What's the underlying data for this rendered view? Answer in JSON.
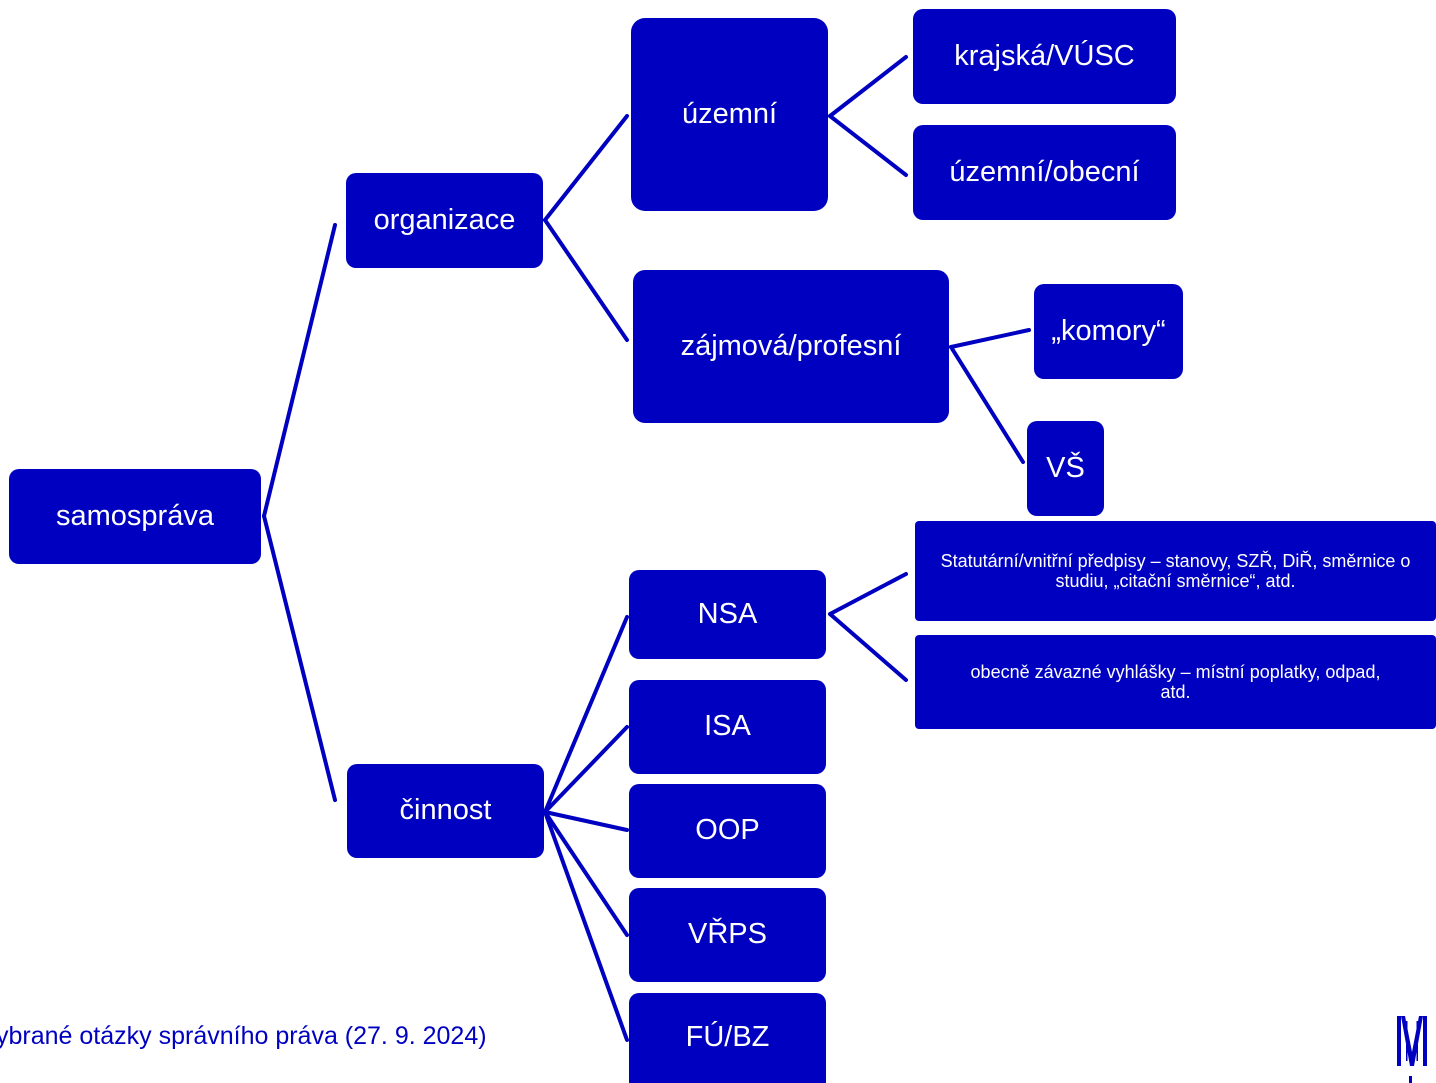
{
  "nodes": {
    "samosprava": "samospráva",
    "organizace": "organizace",
    "uzemni": "územní",
    "krajska": "krajská/VÚSC",
    "uzemni_obecni": "územní/obecní",
    "zajmova": "zájmová/profesní",
    "komory": "„komory“",
    "vs": "VŠ",
    "cinnost": "činnost",
    "nsa": "NSA",
    "statutarni": "Statutární/vnitřní předpisy – stanovy, SZŘ, DiŘ, směrnice o studiu, „citační směrnice“, atd.",
    "obecne": "obecně závazné vyhlášky – místní poplatky, odpad, atd.",
    "isa": "ISA",
    "oop": "OOP",
    "vrps": "VŘPS",
    "fubz": "FÚ/BZ"
  },
  "footer": "ybrané otázky správního práva (27. 9. 2024)",
  "colors": {
    "node_fill": "#0000c0",
    "node_text": "#ffffff",
    "connector": "#0000c0",
    "footer_text": "#0000c0"
  },
  "icons": {
    "logo": "muni-logo-icon"
  }
}
